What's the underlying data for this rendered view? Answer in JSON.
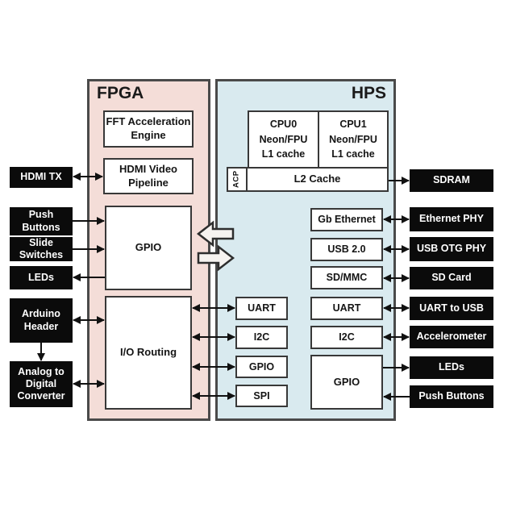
{
  "regions": {
    "fpga": {
      "label": "FPGA"
    },
    "hps": {
      "label": "HPS"
    }
  },
  "fpga": {
    "fft": "FFT Acceleration\nEngine",
    "hdmi_video": "HDMI Video\nPipeline",
    "gpio": "GPIO",
    "io_routing": "I/O Routing"
  },
  "hps": {
    "cpu0": "CPU0\nNeon/FPU\nL1 cache",
    "cpu1": "CPU1\nNeon/FPU\nL1 cache",
    "acp": "ACP",
    "l2_cache": "L2 Cache",
    "gb_ethernet": "Gb Ethernet",
    "usb2": "USB 2.0",
    "sdmmc": "SD/MMC",
    "uart": "UART",
    "i2c": "I2C",
    "gpio": "GPIO",
    "bridge_uart": "UART",
    "bridge_i2c": "I2C",
    "bridge_gpio": "GPIO",
    "bridge_spi": "SPI"
  },
  "peripherals_left": {
    "hdmi_tx": "HDMI TX",
    "push_buttons": "Push\nButtons",
    "slide_switches": "Slide\nSwitches",
    "leds": "LEDs",
    "arduino_header": "Arduino\nHeader",
    "adc": "Analog to\nDigital\nConverter"
  },
  "peripherals_right": {
    "sdram": "SDRAM",
    "ethernet_phy": "Ethernet PHY",
    "usb_otg_phy": "USB OTG PHY",
    "sd_card": "SD Card",
    "uart_to_usb": "UART to USB",
    "accelerometer": "Accelerometer",
    "leds": "LEDs",
    "push_buttons": "Push Buttons"
  },
  "colors": {
    "fpga_fill": "#f4ddd8",
    "hps_fill": "#d9eaef",
    "chip_black": "#0b0b0b",
    "box_border": "#383838",
    "region_border": "#4a4a4a",
    "arrow": "#111111"
  }
}
